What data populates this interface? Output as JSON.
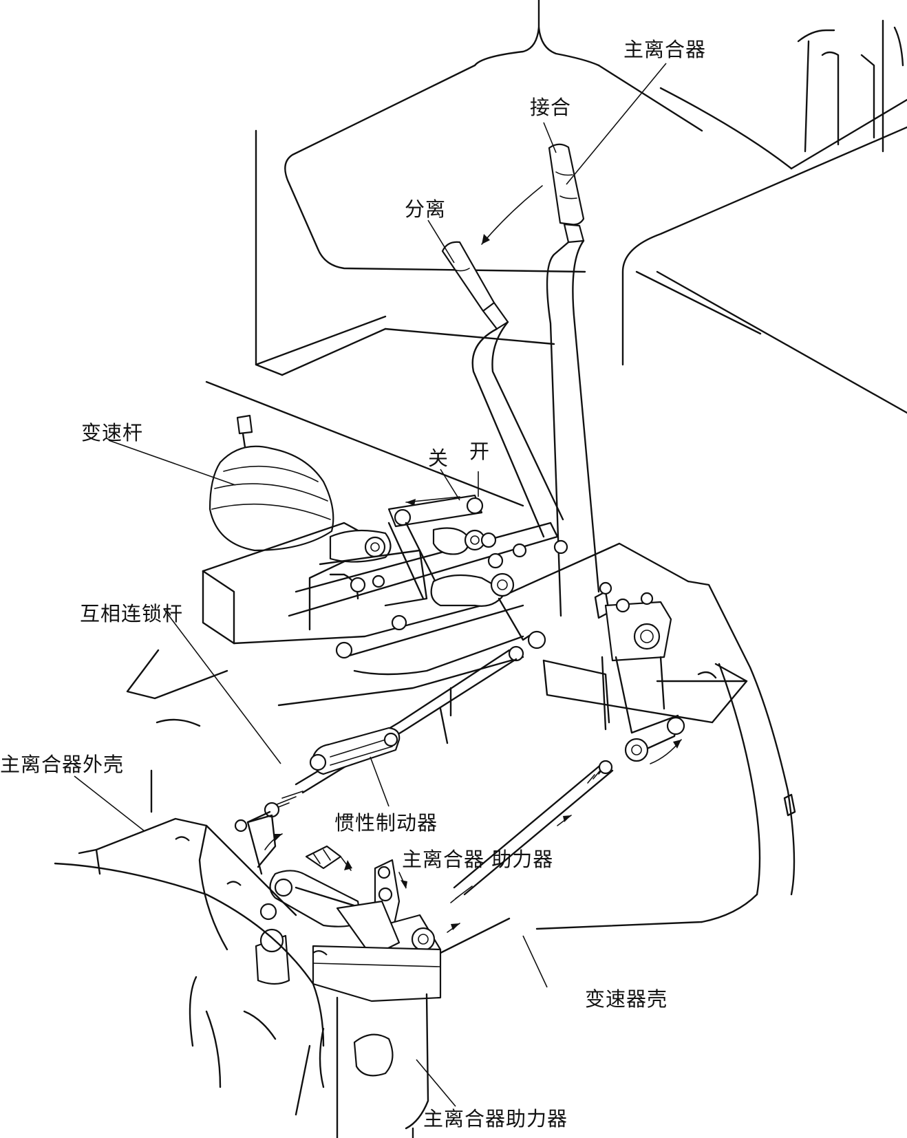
{
  "labels": {
    "main_clutch": "主离合器",
    "engage": "接合",
    "disengage": "分离",
    "gear_lever": "变速杆",
    "close": "关",
    "open": "开",
    "interlock_rod": "互相连锁杆",
    "main_clutch_housing": "主离合器外壳",
    "inertia_brake": "惯性制动器",
    "main_clutch_booster_upper": "主离合器 助力器",
    "transmission_case": "变速器壳",
    "main_clutch_booster_lower": "主离合器助力器"
  }
}
